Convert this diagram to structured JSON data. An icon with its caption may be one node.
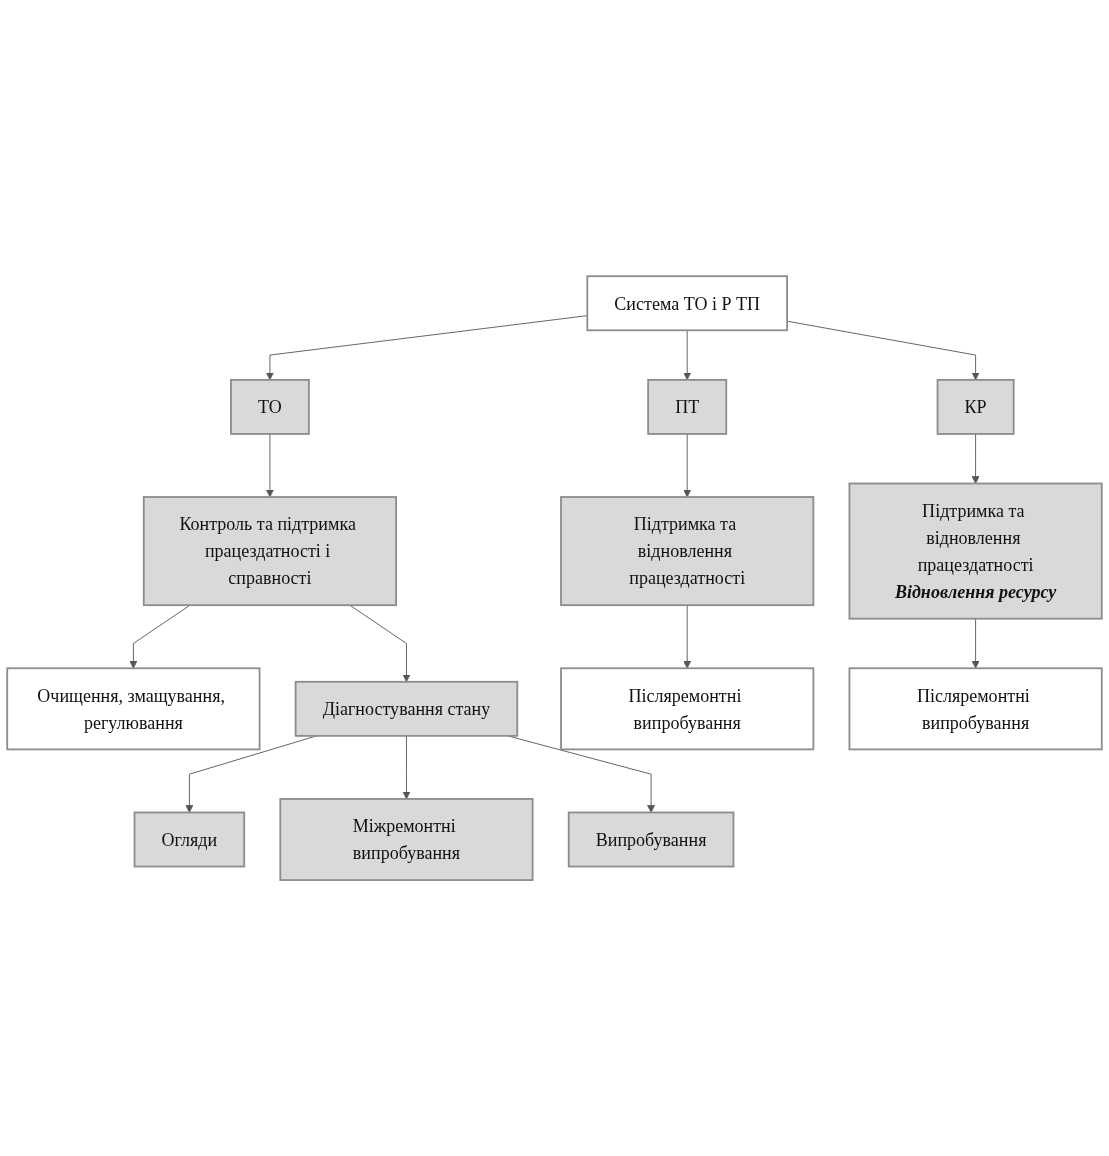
{
  "diagram": {
    "nodes": [
      {
        "text": [
          "Система ТО і Р ТП"
        ]
      },
      {
        "text": [
          "ТО"
        ]
      },
      {
        "text": [
          "ПТ"
        ]
      },
      {
        "text": [
          "КР"
        ]
      },
      {
        "text": [
          "Контроль та підтримка працездатності і справності"
        ]
      },
      {
        "text": [
          "Підтримка та відновлення працездатності"
        ]
      },
      {
        "text": [
          "Підтримка та відновлення працездатності",
          "Відновлення ресурсу"
        ]
      },
      {
        "text": [
          "Очищення, змащування, регулювання"
        ]
      },
      {
        "text": [
          "Післяремонтні випробування"
        ]
      },
      {
        "text": [
          "Післяремонтні випробування"
        ]
      },
      {
        "text": [
          "Діагностування стану"
        ]
      },
      {
        "text": [
          "Огляди"
        ]
      },
      {
        "text": [
          "Міжремонтні випробування"
        ]
      },
      {
        "text": [
          "Випробування"
        ]
      }
    ],
    "edges": [
      {
        "from": 0,
        "to": 1,
        "arrow": "to"
      },
      {
        "from": 0,
        "to": 2,
        "arrow": "to"
      },
      {
        "from": 0,
        "to": 3,
        "arrow": "to"
      },
      {
        "from": 1,
        "to": 4,
        "arrow": "to"
      },
      {
        "from": 2,
        "to": 5,
        "arrow": "to"
      },
      {
        "from": 3,
        "to": 6,
        "arrow": "to"
      },
      {
        "from": 4,
        "to": 7,
        "arrow": "to"
      },
      {
        "from": 5,
        "to": 8,
        "arrow": "to"
      },
      {
        "from": 6,
        "to": 9,
        "arrow": "to"
      },
      {
        "from": 4,
        "to": 10,
        "arrow": "to"
      },
      {
        "from": 10,
        "to": 11,
        "arrow": "to"
      },
      {
        "from": 10,
        "to": 12,
        "arrow": "to"
      },
      {
        "from": 10,
        "to": 13,
        "arrow": "to"
      }
    ]
  }
}
